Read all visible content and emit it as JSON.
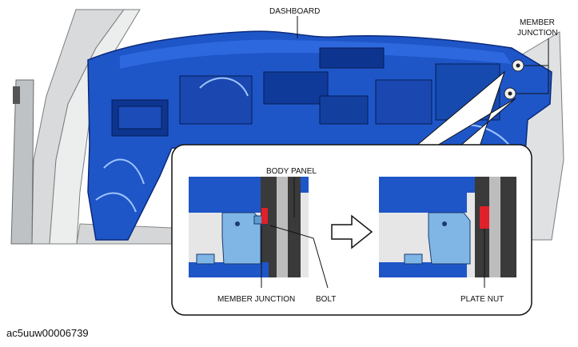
{
  "labels": {
    "dashboard": "DASHBOARD",
    "member_junction_top_line1": "MEMBER",
    "member_junction_top_line2": "JUNCTION",
    "body_panel": "BODY PANEL",
    "member_junction_bottom": "MEMBER JUNCTION",
    "bolt": "BOLT",
    "plate_nut": "PLATE NUT"
  },
  "figure_code": "ac5uuw00006739",
  "colors": {
    "dashboard_blue": "#1E56C8",
    "dashboard_dark": "#0B2A7A",
    "bracket_light_blue": "#7FB6E6",
    "bolt_red": "#E0202A",
    "body_gray": "#C9CCCF"
  }
}
